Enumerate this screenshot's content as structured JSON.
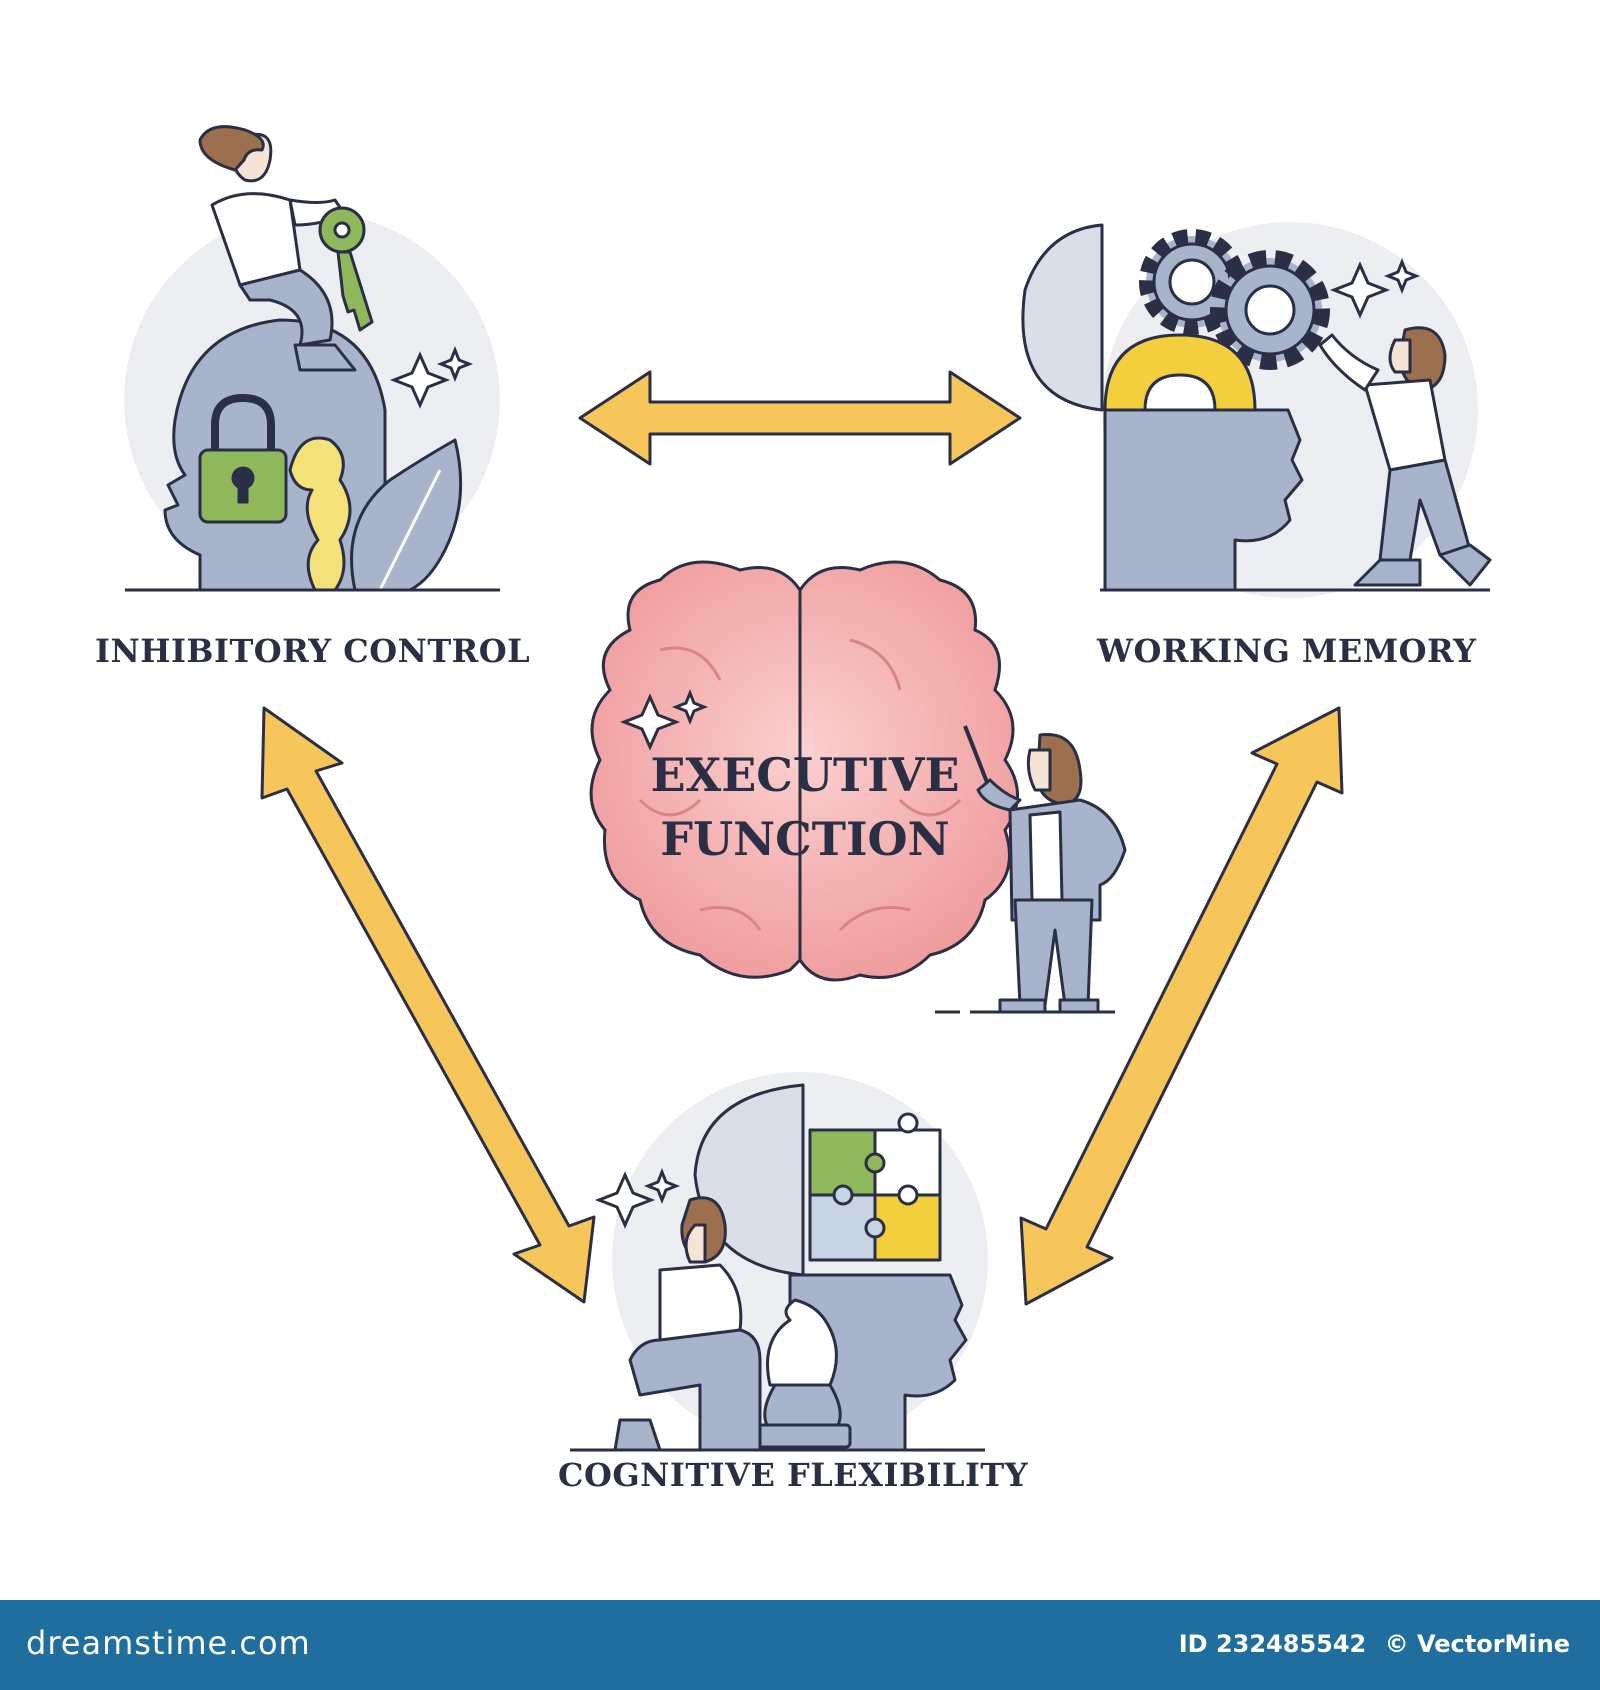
{
  "center": {
    "line1": "EXECUTIVE",
    "line2": "FUNCTION"
  },
  "nodes": {
    "inhibitory_control": "INHIBITORY CONTROL",
    "working_memory": "WORKING MEMORY",
    "cognitive_flexibility": "COGNITIVE FLEXIBILITY"
  },
  "footer": {
    "brand": "dreamstime.com",
    "id": "ID 232485542",
    "credit": "© VectorMine"
  },
  "colors": {
    "arrow": "#f7c65a",
    "outline": "#2a2f45",
    "brain": "#f3a5a5",
    "head": "#a7b4cc",
    "key_lock": "#8fb85a",
    "gear_yellow": "#f3cf3e",
    "footer": "#1f6e9e"
  },
  "icons": [
    "brain-icon",
    "head-lock-icon",
    "head-gears-icon",
    "head-puzzle-icon",
    "key-icon",
    "chess-knight-icon",
    "sparkle-icon"
  ]
}
